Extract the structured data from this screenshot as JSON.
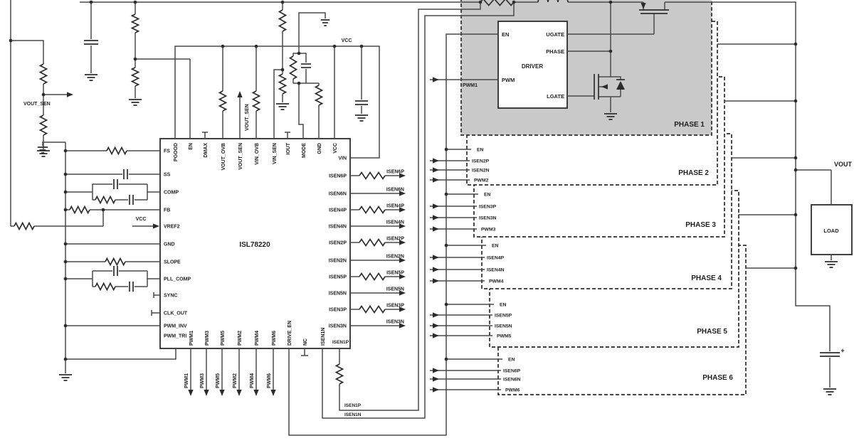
{
  "ic": {
    "part_number": "ISL78220",
    "top_pins": [
      "PGOOD",
      "EN",
      "DMAX",
      "VOUT_OVB",
      "VOUT_SEN",
      "VIN_OVB",
      "VIN_SEN",
      "IOUT",
      "MODE",
      "GND",
      "VCC"
    ],
    "left_pins": [
      "FS",
      "SS",
      "COMP",
      "FB",
      "VREF2",
      "GND",
      "SLOPE",
      "PLL_COMP",
      "SYNC",
      "CLK_OUT",
      "PWM_INV",
      "PWM_TRI"
    ],
    "right_pins": [
      "VIN",
      "ISEN6P",
      "ISEN6N",
      "ISEN4P",
      "ISEN4N",
      "ISEN2P",
      "ISEN2N",
      "ISEN5P",
      "ISEN5N",
      "ISEN3P",
      "ISEN3N"
    ],
    "bottom_pins": [
      "PWM1",
      "PWM3",
      "PWM5",
      "PWM2",
      "PWM4",
      "PWM6",
      "DRIVE_EN",
      "NC",
      "ISEN1N",
      "ISEN1P"
    ]
  },
  "isen_output_labels": [
    "ISEN6P",
    "ISEN6N",
    "ISEN4P",
    "ISEN4N",
    "ISEN2P",
    "ISEN2N",
    "ISEN5P",
    "ISEN5N",
    "ISEN3P",
    "ISEN3N"
  ],
  "pwm_output_labels": [
    "PWM1",
    "PWM3",
    "PWM5",
    "PWM2",
    "PWM4",
    "PWM6"
  ],
  "driver": {
    "name": "DRIVER",
    "pin_en": "EN",
    "pin_pwm": "PWM",
    "pin_ugate": "UGATE",
    "pin_phase": "PHASE",
    "pin_lgate": "LGATE",
    "input_label": "PWM1"
  },
  "phases": [
    {
      "name": "PHASE 1",
      "inputs": []
    },
    {
      "name": "PHASE 2",
      "inputs": [
        "EN",
        "ISEN2P",
        "ISEN2N",
        "PWM2"
      ]
    },
    {
      "name": "PHASE 3",
      "inputs": [
        "EN",
        "ISEN3P",
        "ISEN3N",
        "PWM3"
      ]
    },
    {
      "name": "PHASE 4",
      "inputs": [
        "EN",
        "ISEN4P",
        "ISEN4N",
        "PWM4"
      ]
    },
    {
      "name": "PHASE 5",
      "inputs": [
        "EN",
        "ISEN5P",
        "ISEN5N",
        "PWM5"
      ]
    },
    {
      "name": "PHASE 6",
      "inputs": [
        "EN",
        "ISEN6P",
        "ISEN6N",
        "PWM6"
      ]
    }
  ],
  "labels": {
    "vout_sen_divider": "VOUT_SEN",
    "vout_sen_pin": "VOUT_SEN",
    "vcc_rail": "VCC",
    "vcc_vref2": "VCC",
    "vout": "VOUT",
    "load": "LOAD",
    "isen1p_trace": "ISEN1P",
    "isen1n_trace": "ISEN1N",
    "cap_plus": "+"
  },
  "colors": {
    "wire": "#4a4a4a",
    "phase1_fill": "#c9c9c9",
    "text": "#1f1f1f"
  }
}
